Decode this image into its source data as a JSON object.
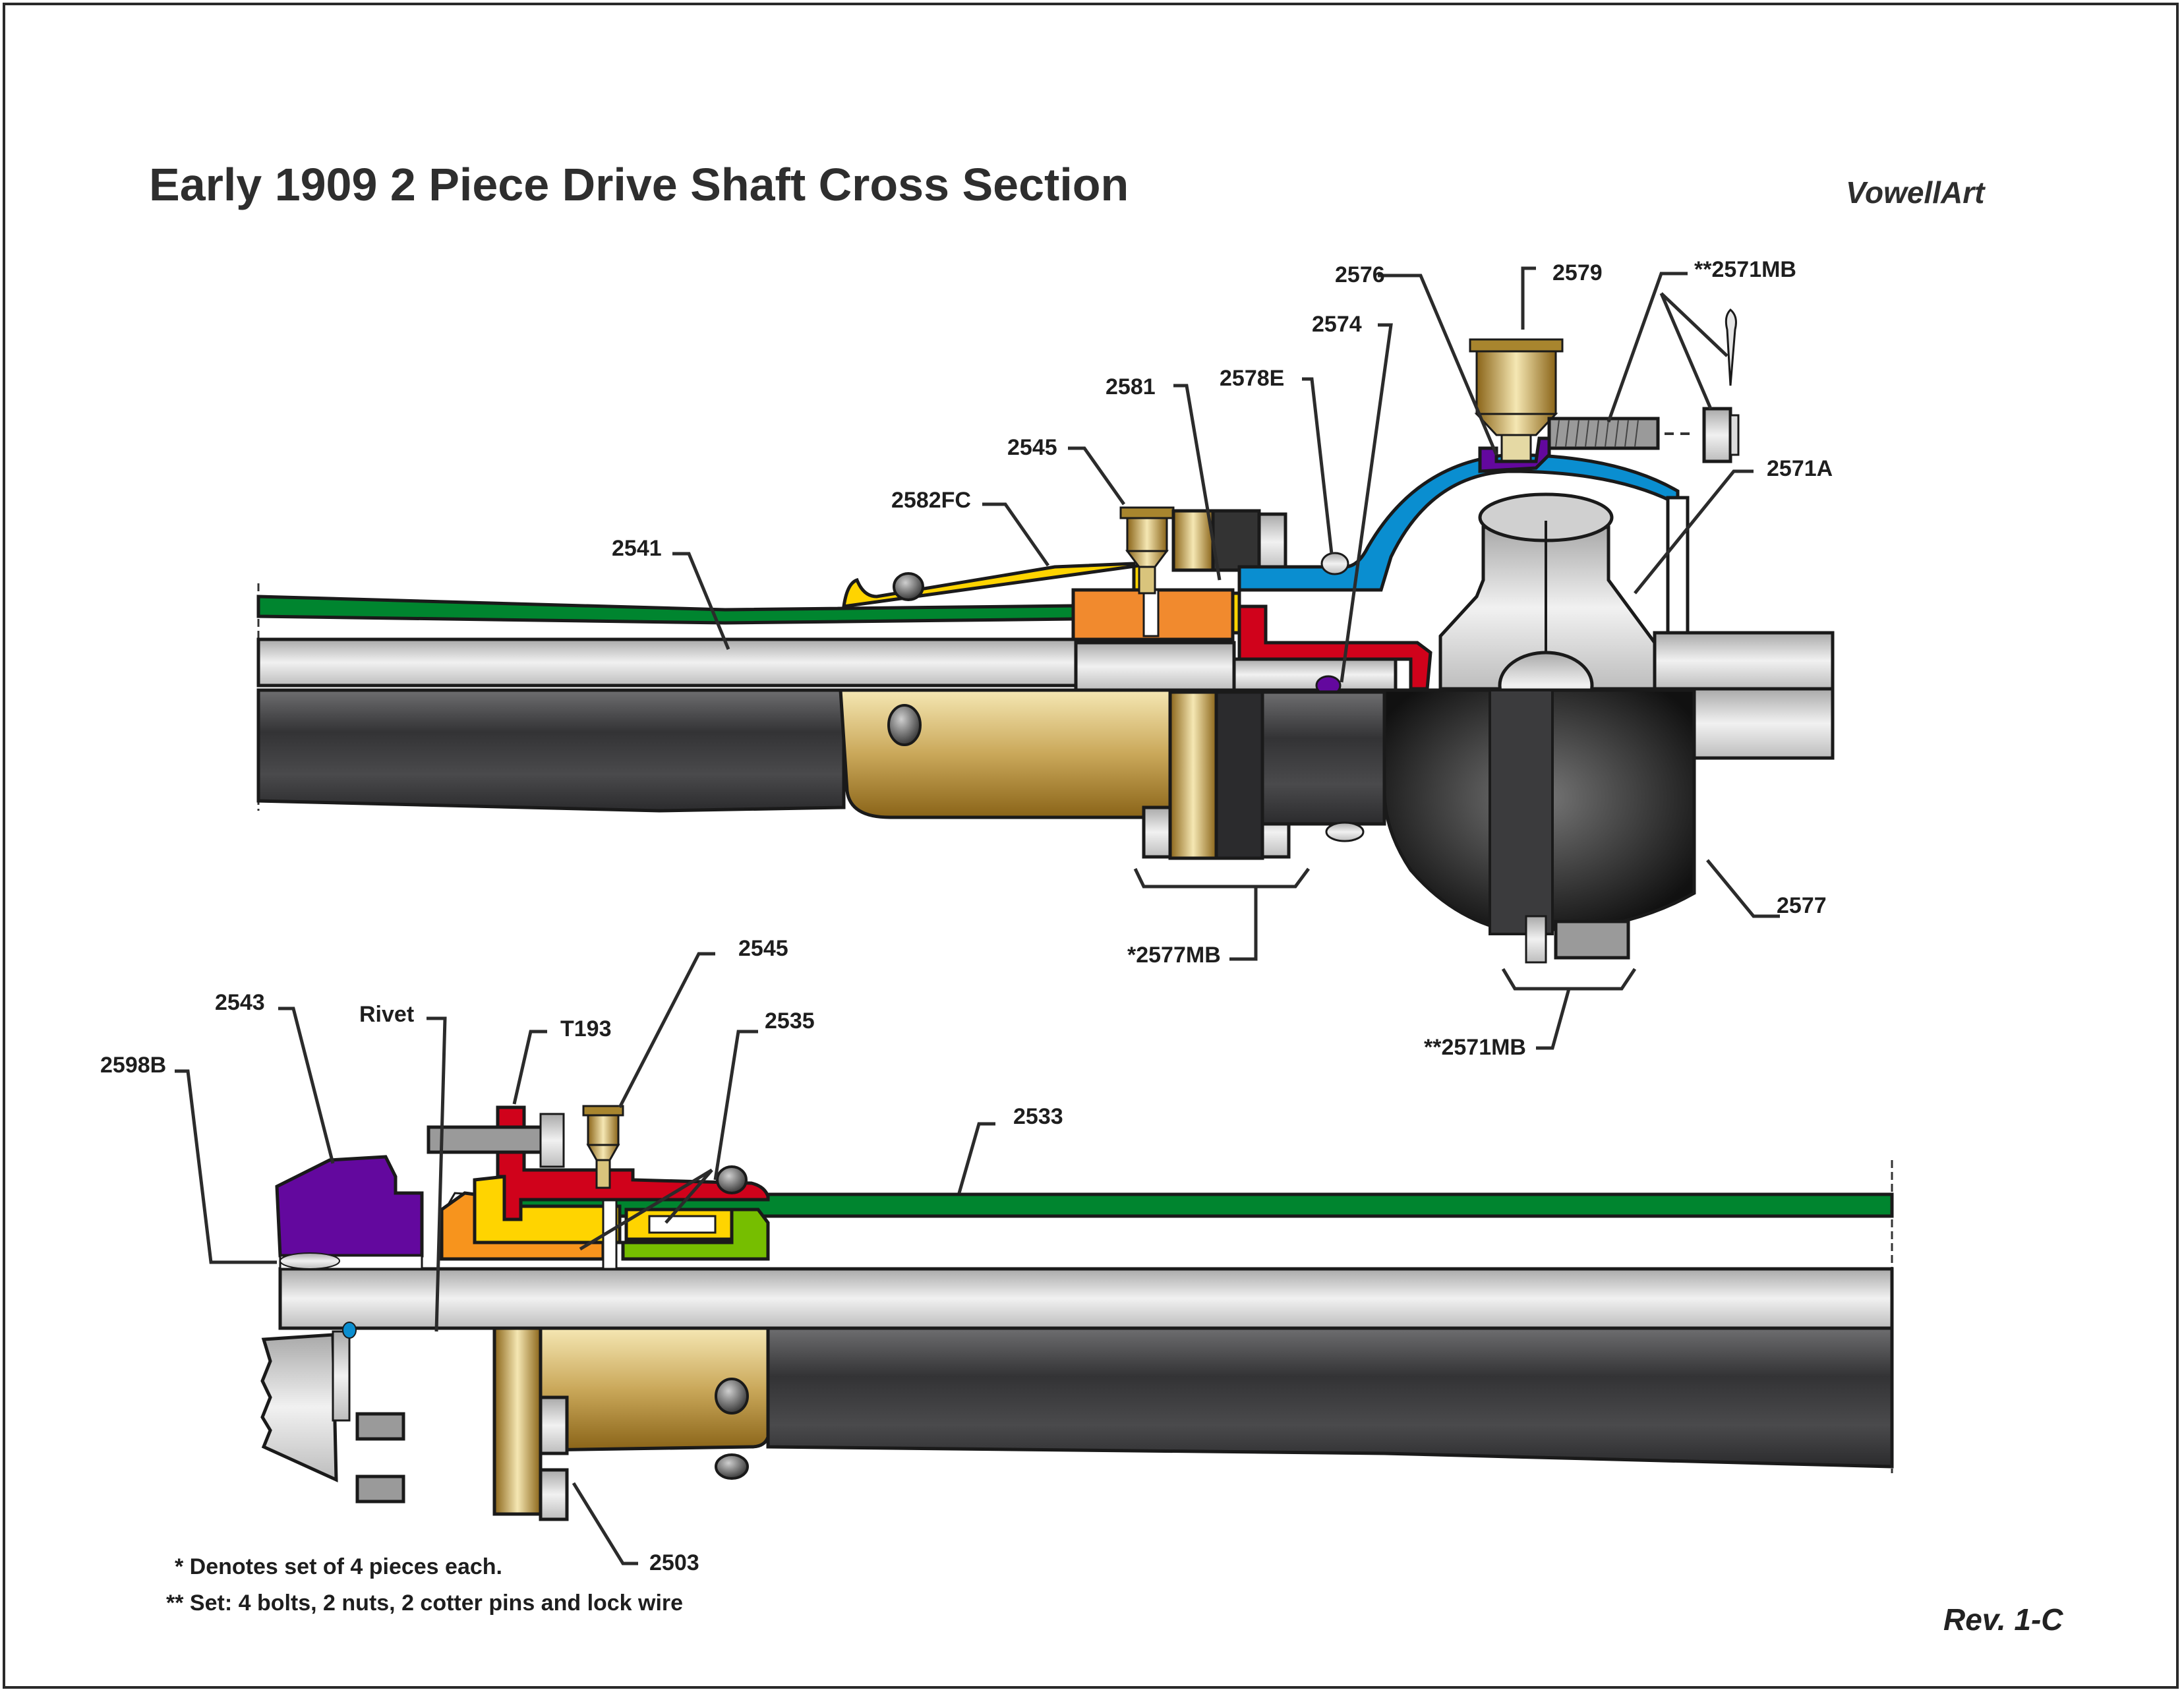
{
  "header": {
    "title": "Early 1909 2 Piece Drive Shaft Cross Section",
    "brand": "VowellArt"
  },
  "footer": {
    "revision": "Rev. 1-C",
    "notes": [
      "* Denotes set of 4 pieces each.",
      "** Set: 4 bolts, 2 nuts, 2 cotter pins and lock wire"
    ]
  },
  "upper_assembly": {
    "labels": {
      "p2576": "2576",
      "p2579": "2579",
      "p2571mb_top": "**2571MB",
      "p2574": "2574",
      "p2581": "2581",
      "p2578e": "2578E",
      "p2545": "2545",
      "p2582fc": "2582FC",
      "p2541": "2541",
      "p2571a": "2571A",
      "p2577": "2577",
      "p2577mb": "*2577MB",
      "p2571mb_bottom": "**2571MB"
    }
  },
  "lower_assembly": {
    "labels": {
      "p2545": "2545",
      "p2543": "2543",
      "rivet": "Rivet",
      "t193": "T193",
      "p2535": "2535",
      "p2598b": "2598B",
      "p2533": "2533",
      "p2503": "2503"
    }
  },
  "colors": {
    "torque_tube_green": "#00852f",
    "bracket_yellow": "#ffd400",
    "bushing_orange": "#f18a2e",
    "housing_red": "#d0021b",
    "cap_blue": "#0a8ed0",
    "gear_purple": "#63089e",
    "bushing_lime": "#76be00",
    "brass": "#c8a24a",
    "steel": "#c9c9c9",
    "black_tube": "#3a3a3c"
  }
}
